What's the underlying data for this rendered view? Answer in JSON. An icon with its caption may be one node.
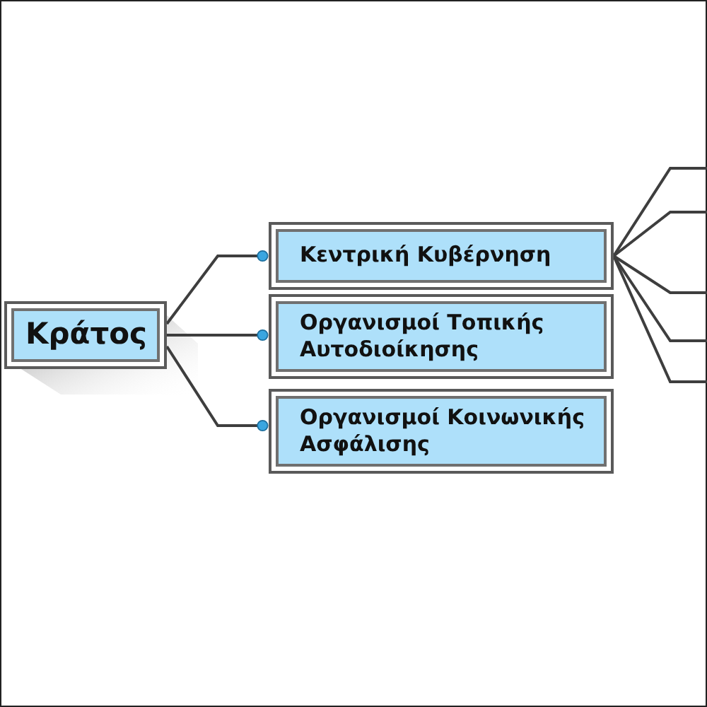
{
  "diagram": {
    "nodes": [
      {
        "text": [
          "Κράτος"
        ]
      },
      {
        "text": [
          "Κεντρική Κυβέρνηση"
        ]
      },
      {
        "text": [
          "Οργανισμοί Τοπικής Αυτοδιοίκησης"
        ]
      },
      {
        "text": [
          "Οργανισμοί Κοινωνικής Ασφάλισης"
        ]
      }
    ],
    "edges": [
      {
        "from": 0,
        "to": 1,
        "arrow": "other"
      },
      {
        "from": 0,
        "to": 2,
        "arrow": "other"
      },
      {
        "from": 0,
        "to": 3,
        "arrow": "other"
      },
      {
        "from": 1,
        "to": null,
        "arrow": "none"
      },
      {
        "from": 1,
        "to": null,
        "arrow": "none"
      },
      {
        "from": 1,
        "to": null,
        "arrow": "none"
      },
      {
        "from": 1,
        "to": null,
        "arrow": "none"
      },
      {
        "from": 1,
        "to": null,
        "arrow": "none"
      }
    ]
  }
}
